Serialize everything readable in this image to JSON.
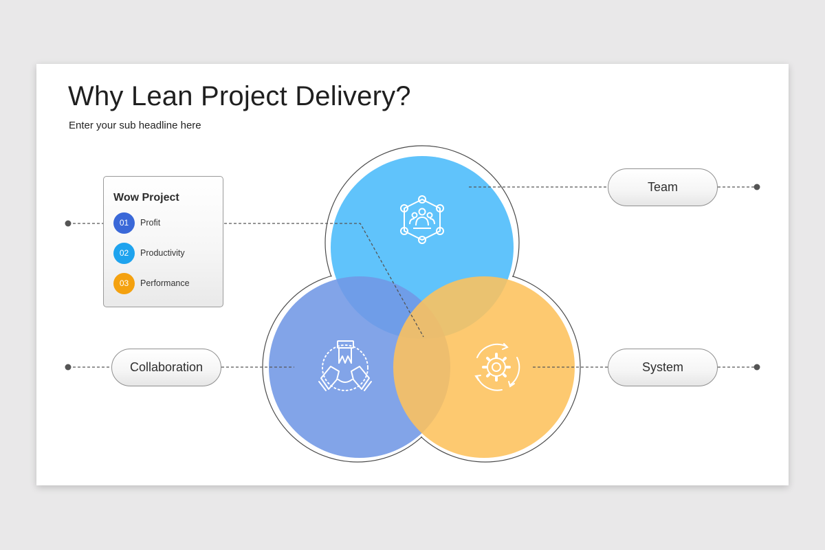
{
  "slide": {
    "title": "Why Lean Project Delivery?",
    "subtitle": "Enter your sub headline here"
  },
  "card": {
    "title": "Wow Project",
    "items": [
      {
        "number": "01",
        "label": "Profit",
        "color": "#3a68d8"
      },
      {
        "number": "02",
        "label": "Productivity",
        "color": "#1ea3ee"
      },
      {
        "number": "03",
        "label": "Performance",
        "color": "#f4a10f"
      }
    ]
  },
  "labels": {
    "team": "Team",
    "collaboration": "Collaboration",
    "system": "System"
  },
  "circles": {
    "top": {
      "color": "#4fbdfb",
      "icon": "team-network-icon"
    },
    "left": {
      "color": "#7197e5",
      "icon": "teamwork-hands-icon"
    },
    "right": {
      "color": "#fdc15c",
      "icon": "gear-cycle-icon"
    }
  },
  "colors": {
    "background": "#e9e8e9",
    "slide": "#ffffff",
    "connector": "#555555"
  }
}
